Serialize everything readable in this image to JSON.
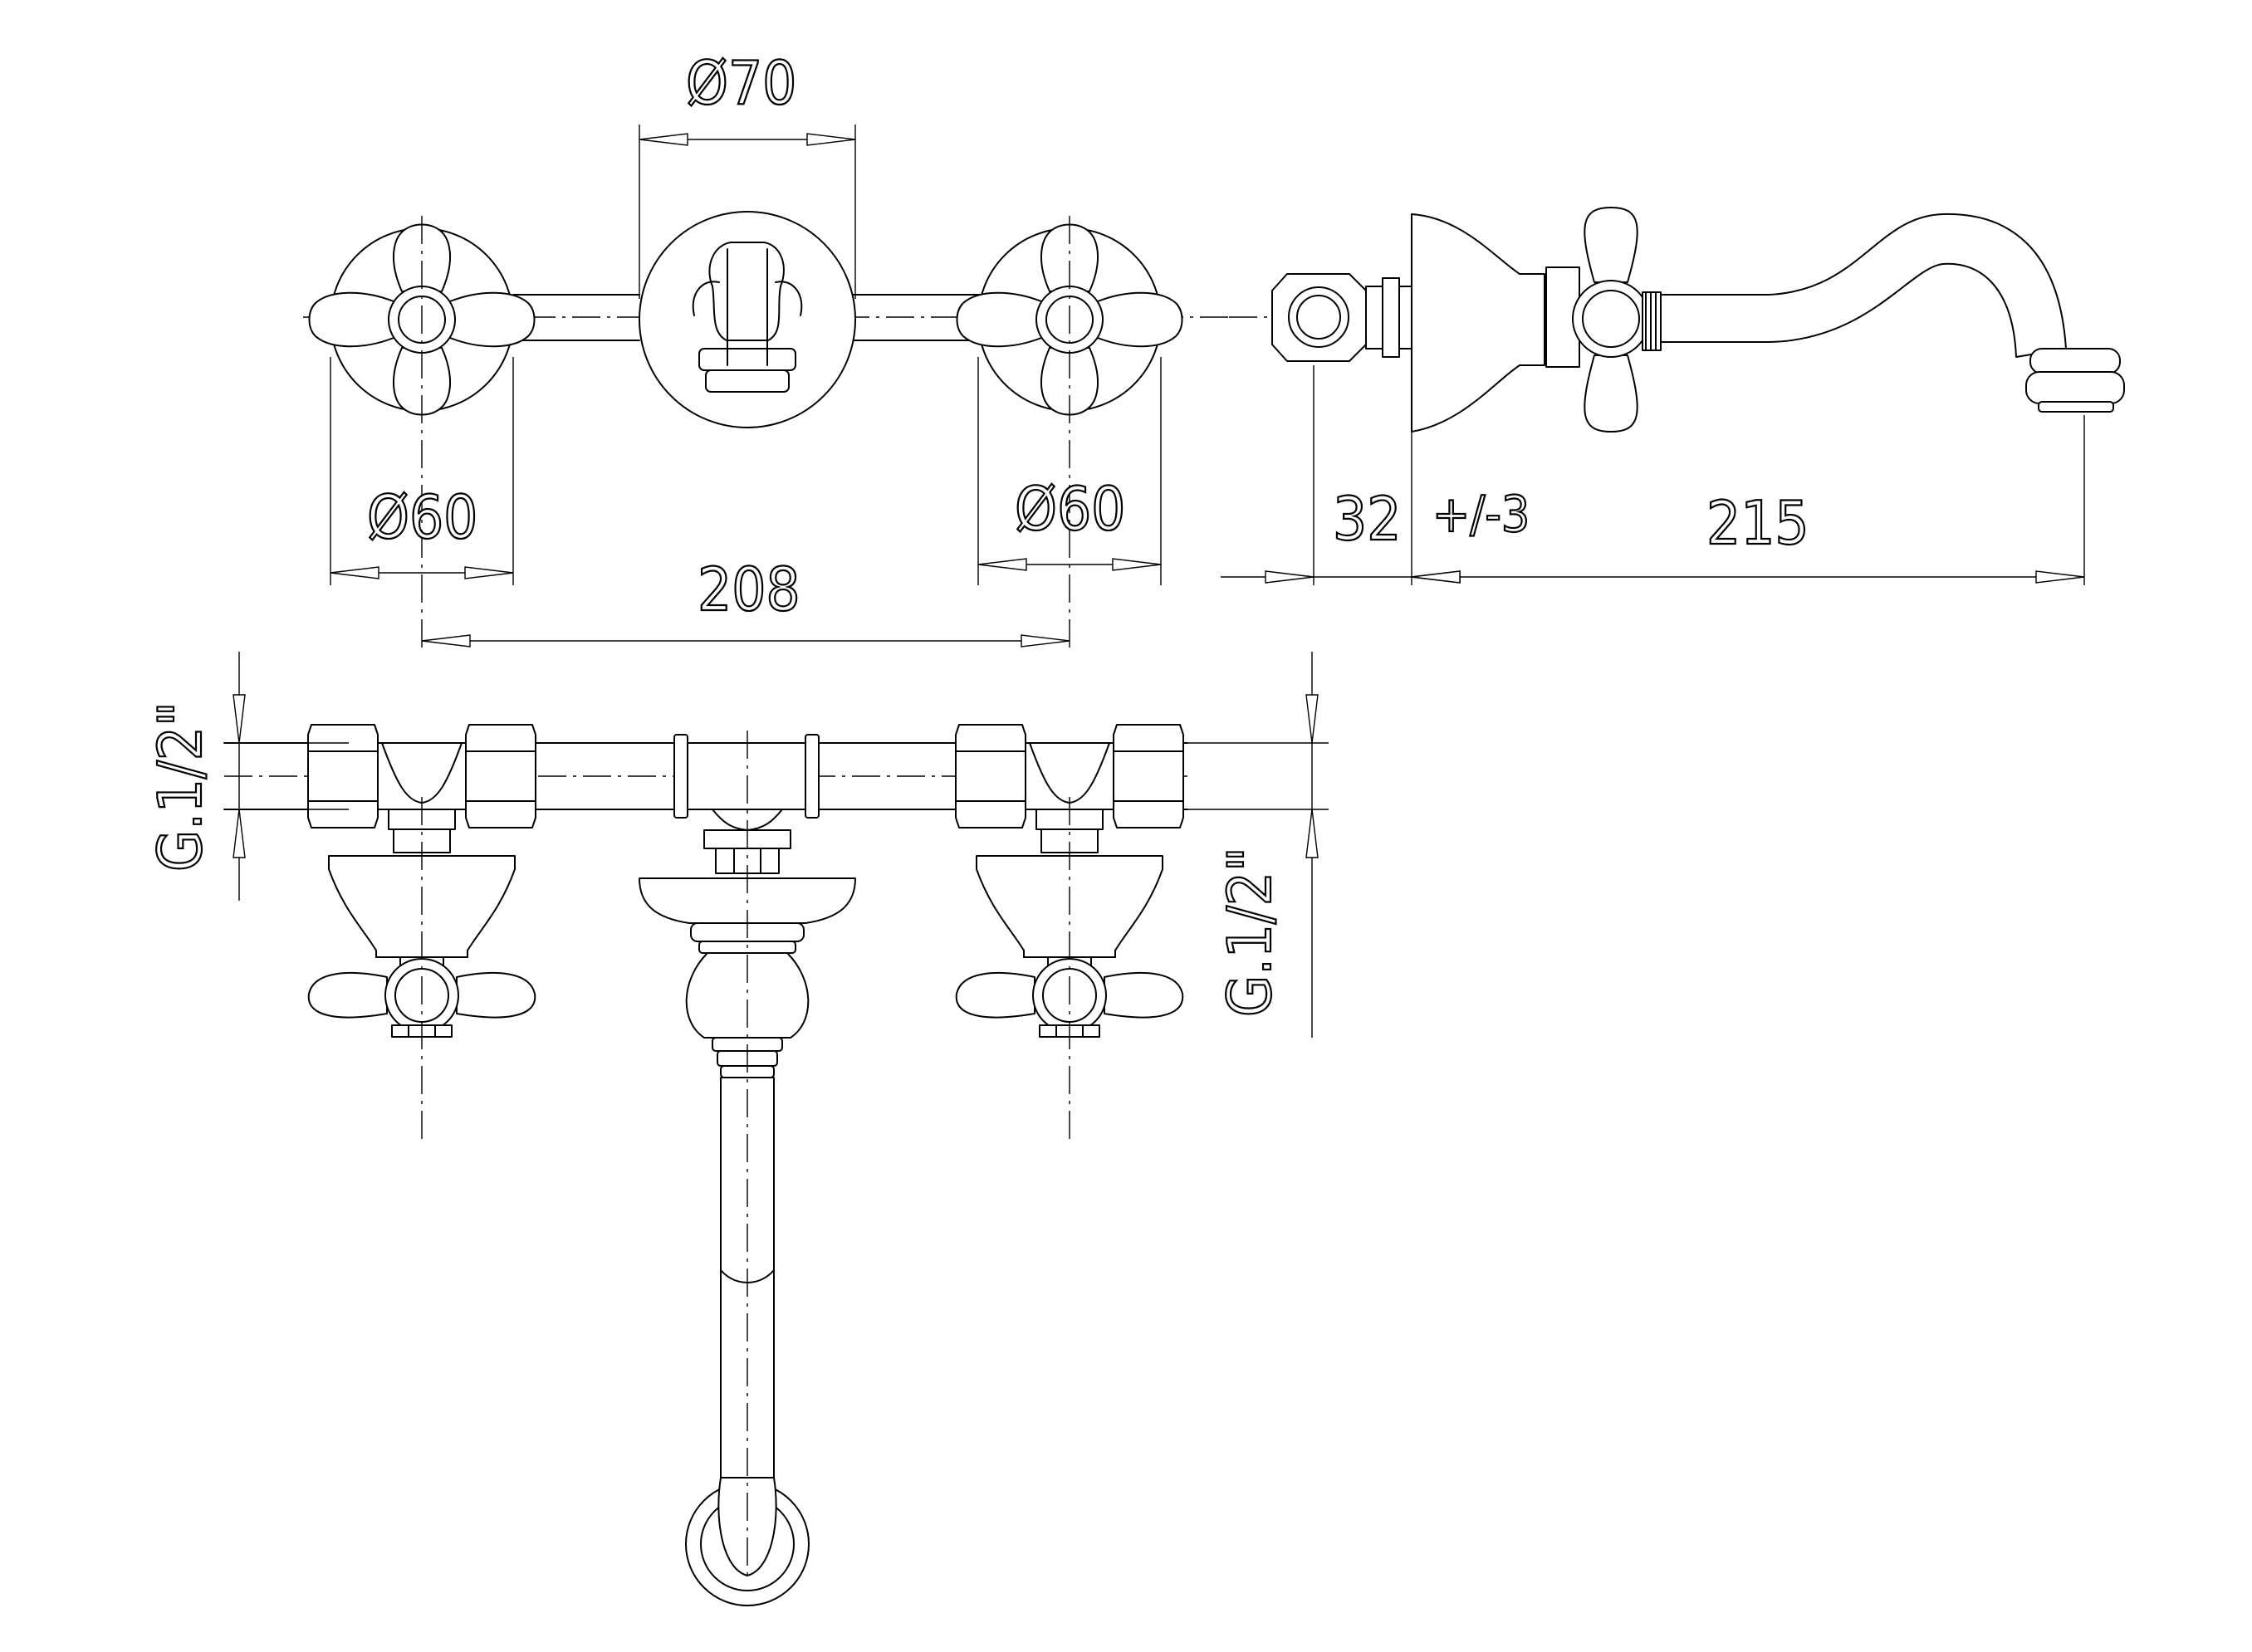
{
  "dimensions": {
    "escutcheon_dia_center": "Ø70",
    "escutcheon_dia_left": "Ø60",
    "escutcheon_dia_right": "Ø60",
    "valve_spacing": "208",
    "wall_offset": "32",
    "tolerance": "+/-3",
    "spout_reach": "215",
    "thread_left": "G.1/2\"",
    "thread_right": "G.1/2\""
  }
}
